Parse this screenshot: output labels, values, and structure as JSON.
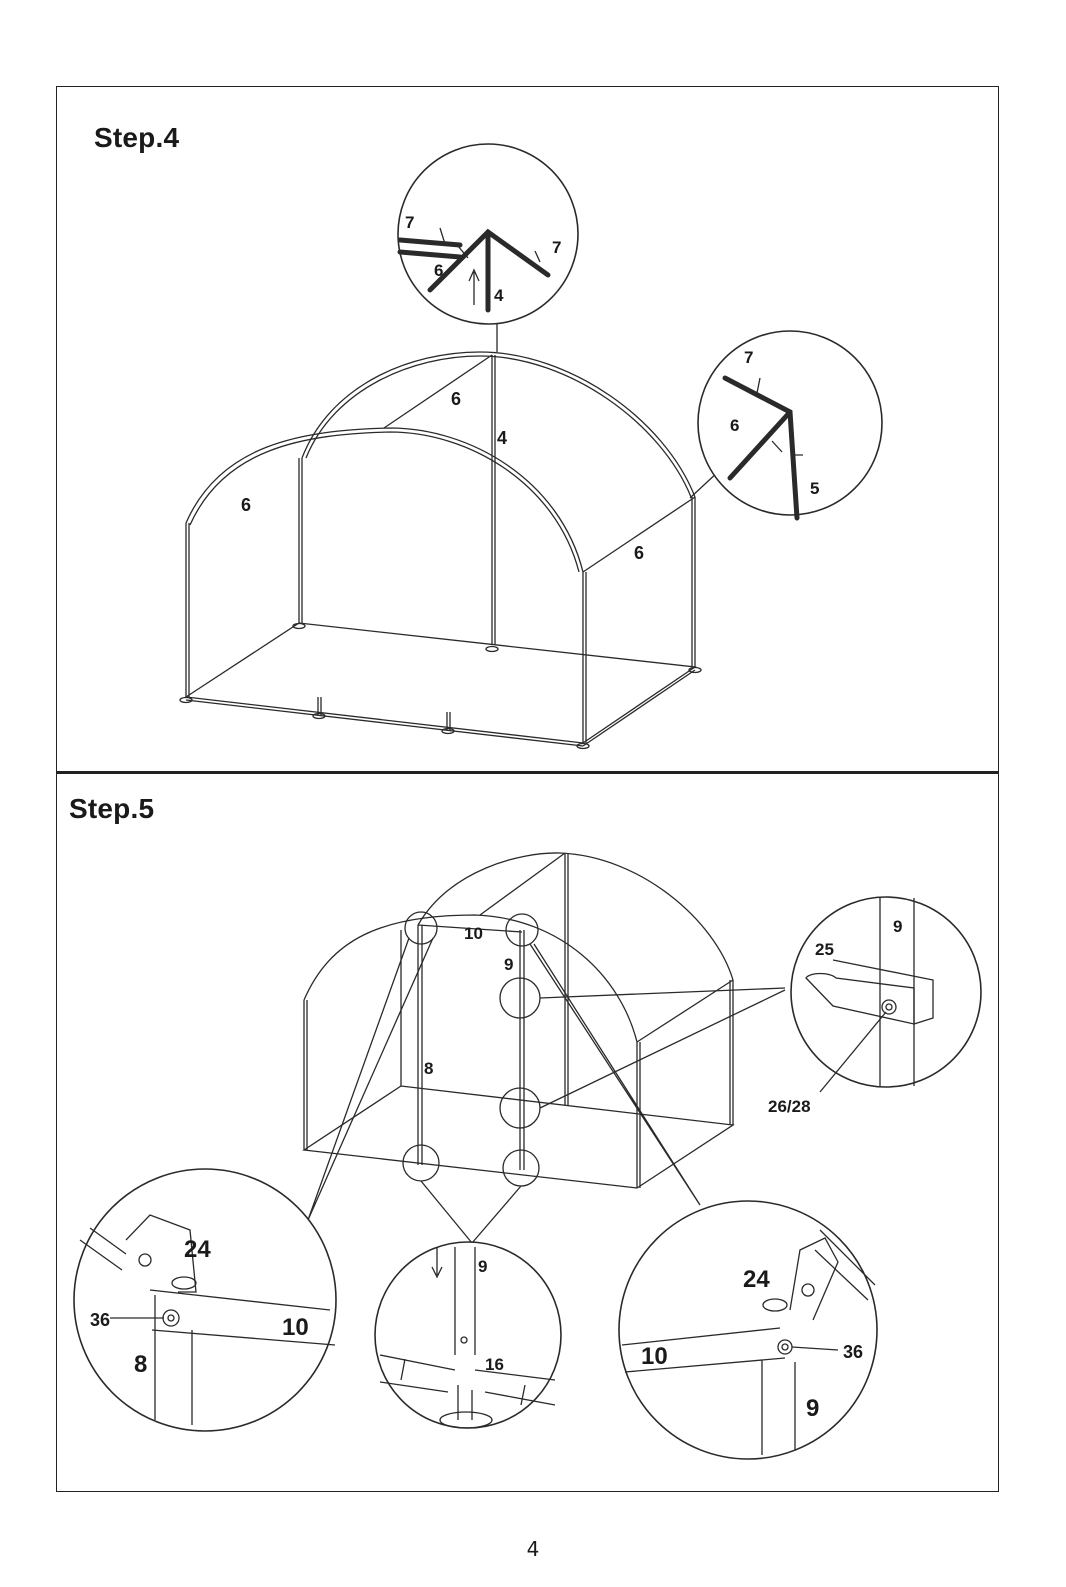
{
  "steps": [
    {
      "title": "Step.4",
      "labels": {
        "main_arch_pipe": "6",
        "ridge_post": "4",
        "left_arch_pipe": "6",
        "right_side_pipe": "6"
      },
      "callouts": [
        {
          "name": "top-connector-detail",
          "labels": [
            "7",
            "7",
            "6",
            "4"
          ]
        },
        {
          "name": "corner-connector-detail",
          "labels": [
            "7",
            "6",
            "5"
          ]
        }
      ]
    },
    {
      "title": "Step.5",
      "labels": {
        "door_header": "10",
        "door_right_post": "9",
        "door_left_post": "8"
      },
      "callouts": [
        {
          "name": "door-clip-detail",
          "labels": [
            "9",
            "25",
            "26/28"
          ]
        },
        {
          "name": "left-header-joint-detail",
          "labels": [
            "24",
            "36",
            "10",
            "8"
          ]
        },
        {
          "name": "door-base-detail",
          "labels": [
            "9",
            "16"
          ]
        },
        {
          "name": "right-header-joint-detail",
          "labels": [
            "24",
            "10",
            "36",
            "9"
          ]
        }
      ]
    }
  ],
  "page_number": "4"
}
